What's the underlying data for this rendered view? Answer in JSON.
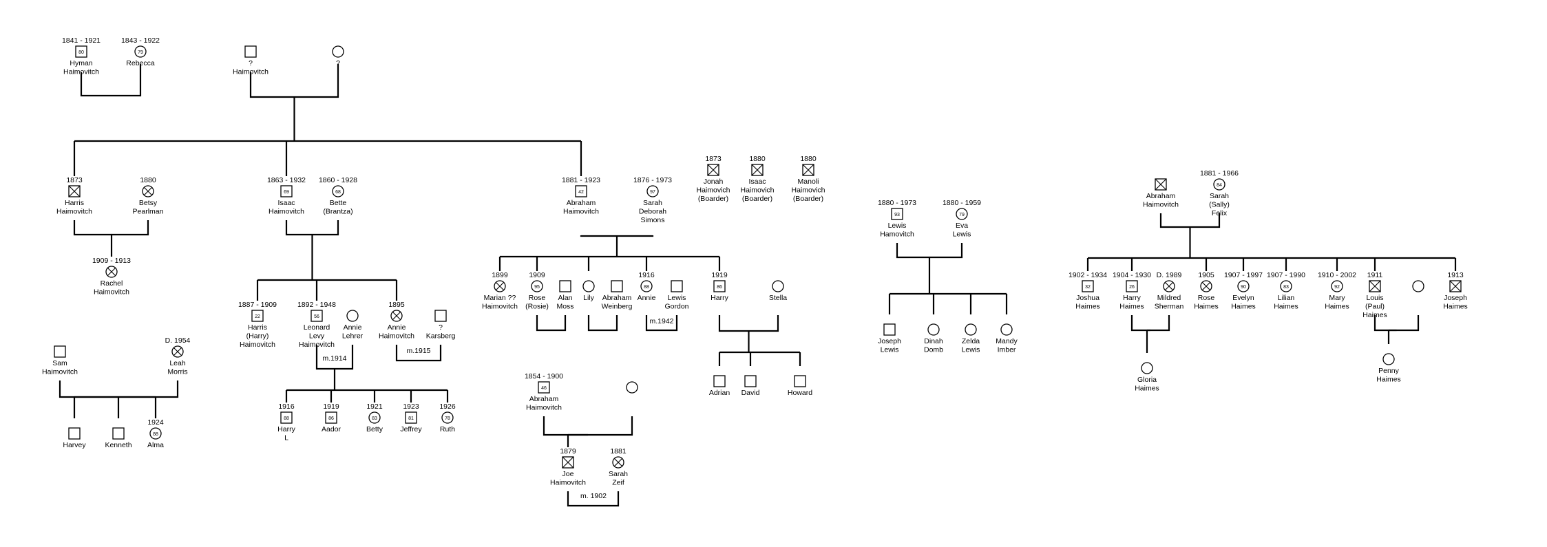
{
  "people": [
    {
      "id": "hyman",
      "sex": "M",
      "deceased": true,
      "age": "80",
      "dates": "1841 - 1921",
      "name": [
        "Hyman",
        "Haimovitch"
      ]
    },
    {
      "id": "rebecca",
      "sex": "F",
      "deceased": true,
      "age": "79",
      "dates": "1843 - 1922",
      "name": [
        "Rebecca"
      ]
    },
    {
      "id": "q_haim",
      "sex": "M",
      "deceased": false,
      "dates": "",
      "name": [
        "?",
        "Haimovitch"
      ]
    },
    {
      "id": "q_wife",
      "sex": "F",
      "deceased": false,
      "dates": "",
      "name": [
        "?"
      ]
    },
    {
      "id": "harris",
      "sex": "M",
      "deceased": true,
      "dates": "1873",
      "name": [
        "Harris",
        "Haimovitch"
      ]
    },
    {
      "id": "betsy",
      "sex": "F",
      "deceased": true,
      "dates": "1880",
      "name": [
        "Betsy",
        "Pearlman"
      ]
    },
    {
      "id": "rachel",
      "sex": "F",
      "deceased": true,
      "dates": "1909 - 1913",
      "name": [
        "Rachel",
        "Haimovitch"
      ]
    },
    {
      "id": "isaac",
      "sex": "M",
      "deceased": true,
      "age": "69",
      "dates": "1863 - 1932",
      "name": [
        "Isaac",
        "Haimovitch"
      ]
    },
    {
      "id": "bette",
      "sex": "F",
      "deceased": true,
      "age": "68",
      "dates": "1860 - 1928",
      "name": [
        "Bette",
        "(Brantza)"
      ]
    },
    {
      "id": "harry_h",
      "sex": "M",
      "deceased": true,
      "age": "22",
      "dates": "1887 - 1909",
      "name": [
        "Harris",
        "(Harry)",
        "Haimovitch"
      ]
    },
    {
      "id": "leonard",
      "sex": "M",
      "deceased": true,
      "age": "56",
      "dates": "1892 - 1948",
      "name": [
        "Leonard",
        "Levy",
        "Haimovitch"
      ]
    },
    {
      "id": "annie_l",
      "sex": "F",
      "deceased": false,
      "dates": "",
      "name": [
        "Annie",
        "Lehrer"
      ]
    },
    {
      "id": "annie_h",
      "sex": "F",
      "deceased": true,
      "dates": "1895",
      "name": [
        "Annie",
        "Haimovitch"
      ]
    },
    {
      "id": "karsberg",
      "sex": "M",
      "deceased": false,
      "dates": "",
      "name": [
        "?",
        "Karsberg"
      ]
    },
    {
      "id": "harry_l",
      "sex": "M",
      "deceased": true,
      "age": "88",
      "dates": "1916",
      "name": [
        "Harry",
        "L"
      ]
    },
    {
      "id": "aador",
      "sex": "M",
      "deceased": true,
      "age": "86",
      "dates": "1919",
      "name": [
        "Aador"
      ]
    },
    {
      "id": "betty",
      "sex": "F",
      "deceased": true,
      "age": "83",
      "dates": "1921",
      "name": [
        "Betty"
      ]
    },
    {
      "id": "jeffrey",
      "sex": "M",
      "deceased": true,
      "age": "81",
      "dates": "1923",
      "name": [
        "Jeffrey"
      ]
    },
    {
      "id": "ruth",
      "sex": "F",
      "deceased": true,
      "age": "78",
      "dates": "1926",
      "name": [
        "Ruth"
      ]
    },
    {
      "id": "sam",
      "sex": "M",
      "deceased": false,
      "dates": "",
      "name": [
        "Sam",
        "Haimovitch"
      ]
    },
    {
      "id": "leah",
      "sex": "F",
      "deceased": true,
      "dates": "D. 1954",
      "name": [
        "Leah",
        "Morris"
      ]
    },
    {
      "id": "harvey",
      "sex": "M",
      "deceased": false,
      "dates": "",
      "name": [
        "Harvey"
      ]
    },
    {
      "id": "kenneth",
      "sex": "M",
      "deceased": false,
      "dates": "",
      "name": [
        "Kenneth"
      ]
    },
    {
      "id": "alma",
      "sex": "F",
      "deceased": true,
      "age": "88",
      "dates": "1924",
      "name": [
        "Alma"
      ]
    },
    {
      "id": "abraham1",
      "sex": "M",
      "deceased": true,
      "age": "42",
      "dates": "1881 - 1923",
      "name": [
        "Abraham",
        "Haimovitch"
      ]
    },
    {
      "id": "sarah_s",
      "sex": "F",
      "deceased": true,
      "age": "97",
      "dates": "1876 - 1973",
      "name": [
        "Sarah",
        "Deborah",
        "Simons"
      ]
    },
    {
      "id": "marian",
      "sex": "F",
      "deceased": true,
      "dates": "1899",
      "name": [
        "Marian ??",
        "Haimovitch"
      ]
    },
    {
      "id": "rose_r",
      "sex": "F",
      "deceased": true,
      "age": "95",
      "dates": "1909",
      "name": [
        "Rose",
        "(Rosie)"
      ]
    },
    {
      "id": "alan",
      "sex": "M",
      "deceased": false,
      "dates": "",
      "name": [
        "Alan",
        "Moss"
      ]
    },
    {
      "id": "lily",
      "sex": "F",
      "deceased": false,
      "dates": "",
      "name": [
        "Lily"
      ]
    },
    {
      "id": "abraham_w",
      "sex": "M",
      "deceased": false,
      "dates": "",
      "name": [
        "Abraham",
        "Weinberg"
      ]
    },
    {
      "id": "annie_g",
      "sex": "F",
      "deceased": true,
      "age": "88",
      "dates": "1916",
      "name": [
        "Annie"
      ]
    },
    {
      "id": "lewis_g",
      "sex": "M",
      "deceased": false,
      "dates": "",
      "name": [
        "Lewis",
        "Gordon"
      ]
    },
    {
      "id": "harry19",
      "sex": "M",
      "deceased": true,
      "age": "86",
      "dates": "1919",
      "name": [
        "Harry"
      ]
    },
    {
      "id": "stella",
      "sex": "F",
      "deceased": false,
      "dates": "",
      "name": [
        "Stella"
      ]
    },
    {
      "id": "adrian",
      "sex": "M",
      "deceased": false,
      "dates": "",
      "name": [
        "Adrian"
      ]
    },
    {
      "id": "david",
      "sex": "M",
      "deceased": false,
      "dates": "",
      "name": [
        "David"
      ]
    },
    {
      "id": "howard",
      "sex": "M",
      "deceased": false,
      "dates": "",
      "name": [
        "Howard"
      ]
    },
    {
      "id": "jonah",
      "sex": "M",
      "deceased": true,
      "dates": "1873",
      "name": [
        "Jonah",
        "Haimovich",
        "(Boarder)"
      ]
    },
    {
      "id": "isaac_b",
      "sex": "M",
      "deceased": true,
      "dates": "1880",
      "name": [
        "Isaac",
        "Haimovich",
        "(Boarder)"
      ]
    },
    {
      "id": "manoli",
      "sex": "M",
      "deceased": true,
      "dates": "1880",
      "name": [
        "Manoli",
        "Haimovich",
        "(Boarder)"
      ]
    },
    {
      "id": "abraham2",
      "sex": "M",
      "deceased": true,
      "age": "46",
      "dates": "1854 - 1900",
      "name": [
        "Abraham",
        "Haimovitch"
      ]
    },
    {
      "id": "wife2",
      "sex": "F",
      "deceased": false,
      "dates": "",
      "name": []
    },
    {
      "id": "joe",
      "sex": "M",
      "deceased": true,
      "dates": "1879",
      "name": [
        "Joe",
        "Haimovitch"
      ]
    },
    {
      "id": "sarah_z",
      "sex": "F",
      "deceased": true,
      "dates": "1881",
      "name": [
        "Sarah",
        "Zeif"
      ]
    },
    {
      "id": "lewis_h",
      "sex": "M",
      "deceased": true,
      "age": "93",
      "dates": "1880 - 1973",
      "name": [
        "Lewis",
        "Hamovitch"
      ]
    },
    {
      "id": "eva",
      "sex": "F",
      "deceased": true,
      "age": "79",
      "dates": "1880 - 1959",
      "name": [
        "Eva",
        "Lewis"
      ]
    },
    {
      "id": "joseph_l",
      "sex": "M",
      "deceased": false,
      "dates": "",
      "name": [
        "Joseph",
        "Lewis"
      ]
    },
    {
      "id": "dinah",
      "sex": "F",
      "deceased": false,
      "dates": "",
      "name": [
        "Dinah",
        "Domb"
      ]
    },
    {
      "id": "zelda",
      "sex": "F",
      "deceased": false,
      "dates": "",
      "name": [
        "Zelda",
        "Lewis"
      ]
    },
    {
      "id": "mandy",
      "sex": "F",
      "deceased": false,
      "dates": "",
      "name": [
        "Mandy",
        "Imber"
      ]
    },
    {
      "id": "abraham3",
      "sex": "M",
      "deceased": true,
      "dates": "",
      "name": [
        "Abraham",
        "Haimovitch"
      ]
    },
    {
      "id": "sarah_f",
      "sex": "F",
      "deceased": true,
      "age": "84",
      "dates": "1881 - 1966",
      "name": [
        "Sarah",
        "(Sally)",
        "Felix"
      ]
    },
    {
      "id": "joshua",
      "sex": "M",
      "deceased": true,
      "age": "32",
      "dates": "1902 - 1934",
      "name": [
        "Joshua",
        "Haimes"
      ]
    },
    {
      "id": "harry_hm",
      "sex": "M",
      "deceased": true,
      "age": "26",
      "dates": "1904 - 1930",
      "name": [
        "Harry",
        "Haimes"
      ]
    },
    {
      "id": "mildred",
      "sex": "F",
      "deceased": true,
      "dates": "D. 1989",
      "name": [
        "Mildred",
        "Sherman"
      ]
    },
    {
      "id": "rose_h",
      "sex": "F",
      "deceased": true,
      "dates": "1905",
      "name": [
        "Rose",
        "Haimes"
      ]
    },
    {
      "id": "evelyn",
      "sex": "F",
      "deceased": true,
      "age": "90",
      "dates": "1907 - 1997",
      "name": [
        "Evelyn",
        "Haimes"
      ]
    },
    {
      "id": "lilian",
      "sex": "F",
      "deceased": true,
      "age": "83",
      "dates": "1907 - 1990",
      "name": [
        "Lilian",
        "Haimes"
      ]
    },
    {
      "id": "mary",
      "sex": "F",
      "deceased": true,
      "age": "92",
      "dates": "1910 - 2002",
      "name": [
        "Mary",
        "Haimes"
      ]
    },
    {
      "id": "louis",
      "sex": "M",
      "deceased": true,
      "dates": "1911",
      "name": [
        "Louis",
        "(Paul)",
        "Haimes"
      ]
    },
    {
      "id": "louis_w",
      "sex": "F",
      "deceased": false,
      "dates": "",
      "name": []
    },
    {
      "id": "joseph_h",
      "sex": "M",
      "deceased": true,
      "dates": "1913",
      "name": [
        "Joseph",
        "Haimes"
      ]
    },
    {
      "id": "gloria",
      "sex": "F",
      "deceased": false,
      "dates": "",
      "name": [
        "Gloria",
        "Haimes"
      ]
    },
    {
      "id": "penny",
      "sex": "F",
      "deceased": false,
      "dates": "",
      "name": [
        "Penny",
        "Haimes"
      ]
    }
  ],
  "unions": [
    {
      "id": "u_hyman_rebecca",
      "partners": [
        "hyman",
        "rebecca"
      ],
      "children": [],
      "marriage": ""
    },
    {
      "id": "u_root",
      "partners": [
        "q_haim",
        "q_wife"
      ],
      "children": [
        "harris",
        "isaac",
        "abraham1"
      ],
      "marriage": ""
    },
    {
      "id": "u_harris",
      "partners": [
        "harris",
        "betsy"
      ],
      "children": [
        "rachel"
      ],
      "marriage": ""
    },
    {
      "id": "u_isaac",
      "partners": [
        "isaac",
        "bette"
      ],
      "children": [
        "harry_h",
        "leonard",
        "annie_h"
      ],
      "marriage": ""
    },
    {
      "id": "u_leonard",
      "partners": [
        "leonard",
        "annie_l"
      ],
      "children": [
        "harry_l",
        "aador",
        "betty",
        "jeffrey",
        "ruth"
      ],
      "marriage": "m.1914"
    },
    {
      "id": "u_annie",
      "partners": [
        "annie_h",
        "karsberg"
      ],
      "children": [],
      "marriage": "m.1915"
    },
    {
      "id": "u_sam",
      "partners": [
        "sam",
        "leah"
      ],
      "children": [
        "harvey",
        "kenneth",
        "alma"
      ],
      "marriage": ""
    },
    {
      "id": "u_abraham1",
      "partners": [
        "abraham1",
        "sarah_s"
      ],
      "children": [
        "marian",
        "rose_r",
        "lily",
        "annie_g",
        "harry19"
      ],
      "marriage": ""
    },
    {
      "id": "u_rose",
      "partners": [
        "rose_r",
        "alan"
      ],
      "children": [],
      "marriage": ""
    },
    {
      "id": "u_lily",
      "partners": [
        "lily",
        "abraham_w"
      ],
      "children": [],
      "marriage": ""
    },
    {
      "id": "u_annie_g",
      "partners": [
        "annie_g",
        "lewis_g"
      ],
      "children": [],
      "marriage": "m.1942"
    },
    {
      "id": "u_harry19",
      "partners": [
        "harry19",
        "stella"
      ],
      "children": [
        "adrian",
        "david",
        "howard"
      ],
      "marriage": ""
    },
    {
      "id": "u_abraham2",
      "partners": [
        "abraham2",
        "wife2"
      ],
      "children": [
        "joe"
      ],
      "marriage": ""
    },
    {
      "id": "u_joe",
      "partners": [
        "joe",
        "sarah_z"
      ],
      "children": [],
      "marriage": "m. 1902"
    },
    {
      "id": "u_lewis",
      "partners": [
        "lewis_h",
        "eva"
      ],
      "children": [
        "joseph_l",
        "dinah",
        "zelda",
        "mandy"
      ],
      "marriage": ""
    },
    {
      "id": "u_abraham3",
      "partners": [
        "abraham3",
        "sarah_f"
      ],
      "children": [
        "joshua",
        "harry_hm",
        "rose_h",
        "evelyn",
        "lilian",
        "mary",
        "louis",
        "joseph_h"
      ],
      "marriage": ""
    },
    {
      "id": "u_harry_hm",
      "partners": [
        "harry_hm",
        "mildred"
      ],
      "children": [
        "gloria"
      ],
      "marriage": ""
    },
    {
      "id": "u_louis",
      "partners": [
        "louis",
        "louis_w"
      ],
      "children": [
        "penny"
      ],
      "marriage": ""
    }
  ]
}
